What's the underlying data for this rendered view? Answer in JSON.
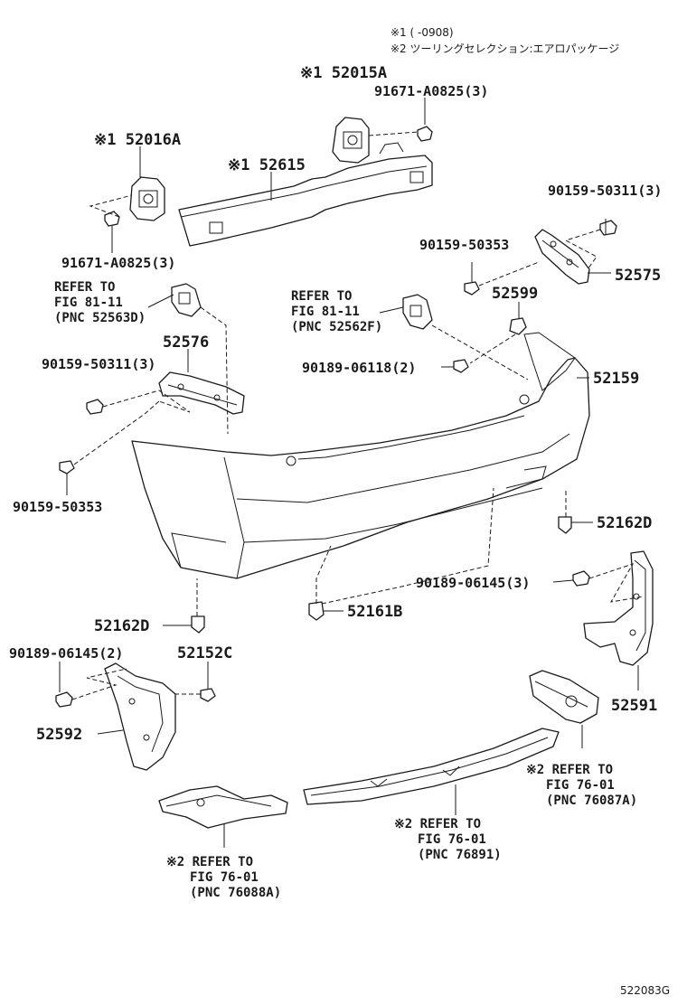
{
  "notes": {
    "note1": "※1 (     -0908)",
    "note2": "※2 ツーリングセレクション:エアロパッケージ"
  },
  "labels": {
    "p52015A": "※1 52015A",
    "p91671_top": "91671-A0825(3)",
    "p52016A": "※1 52016A",
    "p52615": "※1 52615",
    "p91671_left": "91671-A0825(3)",
    "p90159_50311_right": "90159-50311(3)",
    "p90159_50353_right": "90159-50353",
    "p52575": "52575",
    "ref_52563D_1": "REFER TO",
    "ref_52563D_2": "FIG 81-11",
    "ref_52563D_3": "(PNC 52563D)",
    "ref_52562F_1": "REFER TO",
    "ref_52562F_2": "FIG 81-11",
    "ref_52562F_3": "(PNC 52562F)",
    "p52599": "52599",
    "p52576": "52576",
    "p90159_50311_left": "90159-50311(3)",
    "p90189_06118": "90189-06118(2)",
    "p52159": "52159",
    "p90159_50353_left": "90159-50353",
    "p52162D_right": "52162D",
    "p90189_06145_right": "90189-06145(3)",
    "p52161B": "52161B",
    "p52162D_left": "52162D",
    "p52152C": "52152C",
    "p90189_06145_left": "90189-06145(2)",
    "p52592": "52592",
    "p52591": "52591",
    "ref_76087A_1": "※2 REFER TO",
    "ref_76087A_2": "FIG 76-01",
    "ref_76087A_3": "(PNC 76087A)",
    "ref_76891_1": "※2 REFER TO",
    "ref_76891_2": "FIG 76-01",
    "ref_76891_3": "(PNC 76891)",
    "ref_76088A_1": "※2 REFER TO",
    "ref_76088A_2": "FIG 76-01",
    "ref_76088A_3": "(PNC 76088A)",
    "diagram_code": "522083G"
  }
}
